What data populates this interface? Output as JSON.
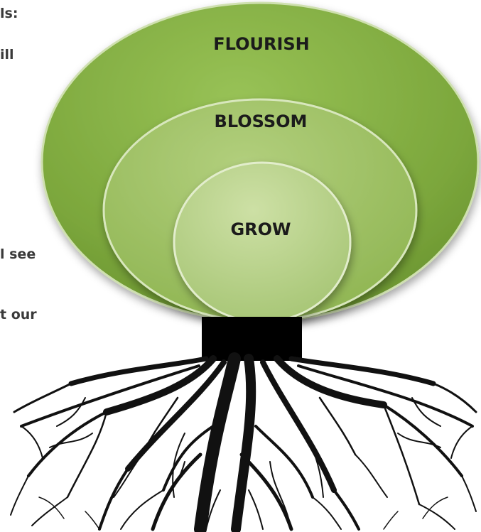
{
  "side_text": {
    "line1": "ls:",
    "line2": "ill",
    "line3": "l see",
    "line4": "t our"
  },
  "tree": {
    "outer_label": "FLOURISH",
    "middle_label": "BLOSSOM",
    "inner_label": "GROW"
  },
  "colors": {
    "outer": "#7faa3f",
    "middle": "#9dbe63",
    "inner": "#bdd48f",
    "trunk": "#000000",
    "roots": "#111111"
  }
}
